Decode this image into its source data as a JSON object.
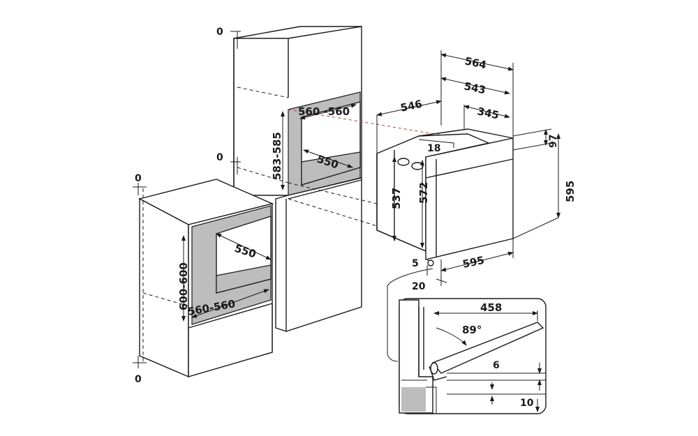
{
  "column_unit": {
    "top_clearance": "0",
    "mid_clearance": "0",
    "niche_width": "560 -560",
    "niche_depth": "550",
    "niche_height": "583-585"
  },
  "under_counter_unit": {
    "top_clearance": "0",
    "bottom_clearance": "0",
    "niche_depth": "550",
    "niche_width": "560-560",
    "niche_height": "600-600"
  },
  "oven": {
    "overall_depth": "564",
    "body_depth": "543",
    "side_depth": "546",
    "rear_depth": "345",
    "vent_offset": "18",
    "top_height": "97",
    "body_height": "537",
    "front_inner_height": "572",
    "front_height": "595",
    "front_width": "595",
    "gap_small": "5",
    "gap_door": "20"
  },
  "door_detail": {
    "door_length": "458",
    "opening_angle": "89°",
    "door_gap": "6",
    "base_gap": "10"
  }
}
